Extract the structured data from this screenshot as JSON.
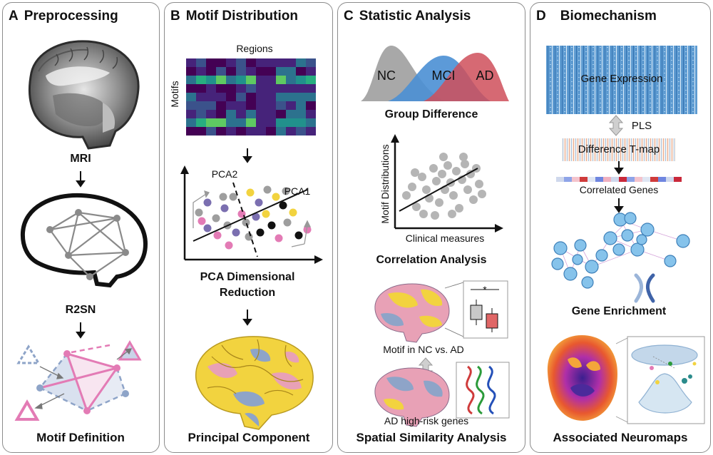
{
  "panels": {
    "a": {
      "letter": "A",
      "title": "Preprocessing",
      "step1": "MRI",
      "step2": "R2SN",
      "step3": "Motif Definition"
    },
    "b": {
      "letter": "B",
      "title": "Motif Distribution",
      "heatmap_x": "Regions",
      "heatmap_y": "Motifs",
      "pca2": "PCA2",
      "pca1": "PCA1",
      "step_line1": "PCA Dimensional",
      "step_line2": "Reduction",
      "footer": "Principal Component"
    },
    "c": {
      "letter": "C",
      "title": "Statistic Analysis",
      "nc": "NC",
      "mci": "MCI",
      "ad": "AD",
      "group": "Group Difference",
      "ylabel": "Motif Distributions",
      "xlabel": "Clinical measures",
      "corr": "Correlation Analysis",
      "sig": "*",
      "motif_cmp": "Motif in NC vs. AD",
      "genes": "AD high-risk genes",
      "footer": "Spatial Similarity Analysis"
    },
    "d": {
      "letter": "D",
      "title": "Biomechanism",
      "gene_expr": "Gene Expression",
      "pls": "PLS",
      "tmap": "Difference T-map",
      "corr_genes": "Correlated Genes",
      "enrich": "Gene Enrichment",
      "footer": "Associated Neuromaps"
    }
  },
  "colors": {
    "nc": "#9e9e9e",
    "mci": "#4a8fd4",
    "ad": "#cf4f5a",
    "motif_pink": "#e37bb5",
    "motif_blue": "#8ea4c8",
    "brain_yellow": "#f2d33f",
    "brain_pink": "#e8a1b6",
    "node_blue": "#86c3eb"
  }
}
